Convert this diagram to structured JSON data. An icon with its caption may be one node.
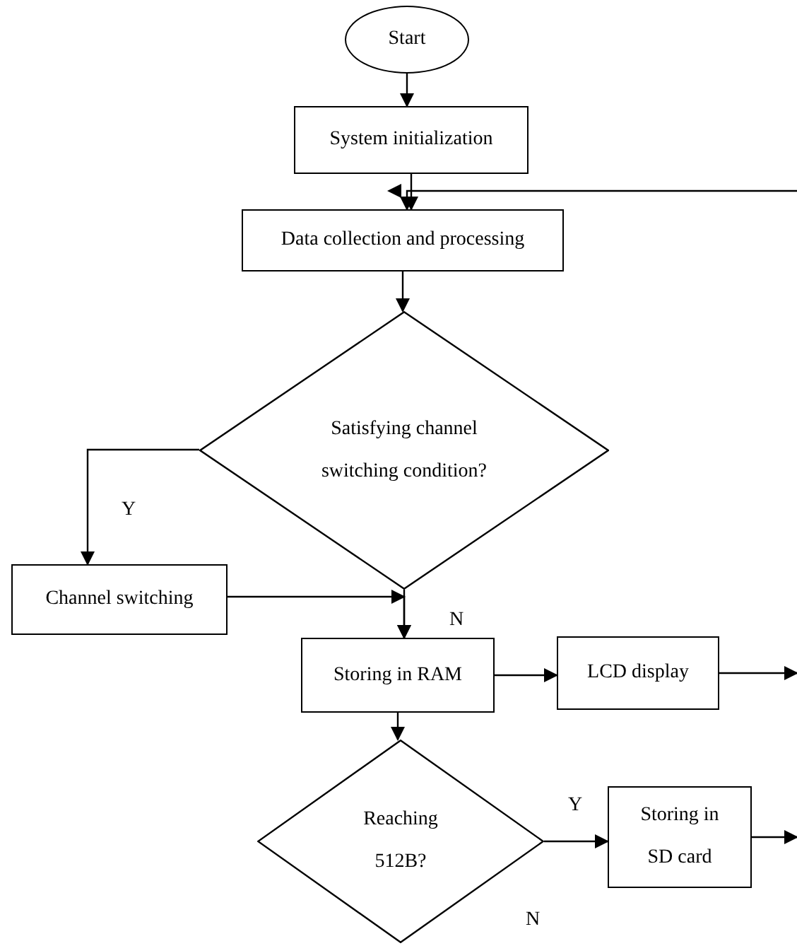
{
  "diagram": {
    "nodes": [
      {
        "text": [
          "Start"
        ]
      },
      {
        "text": [
          "System initialization"
        ]
      },
      {
        "text": [
          "Data collection and processing"
        ]
      },
      {
        "text": [
          "Satisfying channel switching condition?"
        ]
      },
      {
        "text": [
          "Channel switching"
        ]
      },
      {
        "text": [
          "Storing in RAM"
        ]
      },
      {
        "text": [
          "LCD display"
        ]
      },
      {
        "text": [
          "Reaching 512B?"
        ]
      },
      {
        "text": [
          "Storing in SD card"
        ]
      }
    ],
    "edges": [
      {
        "from": 0,
        "to": 1,
        "arrow": "to"
      },
      {
        "from": 1,
        "to": 2,
        "arrow": "to"
      },
      {
        "from": null,
        "to": 2,
        "arrow": "to"
      },
      {
        "from": 2,
        "to": 3,
        "arrow": "to"
      },
      {
        "from": 3,
        "to": 4,
        "arrow": "to",
        "label": "Y"
      },
      {
        "from": 4,
        "to": 5,
        "arrow": "to"
      },
      {
        "from": 3,
        "to": 5,
        "arrow": "to",
        "label": "N"
      },
      {
        "from": 5,
        "to": 6,
        "arrow": "to"
      },
      {
        "from": 6,
        "to": null,
        "arrow": "to"
      },
      {
        "from": 5,
        "to": 7,
        "arrow": "to"
      },
      {
        "from": 7,
        "to": 8,
        "arrow": "to",
        "label": "Y"
      },
      {
        "from": 8,
        "to": null,
        "arrow": "to"
      }
    ],
    "labels": [
      "N"
    ]
  }
}
